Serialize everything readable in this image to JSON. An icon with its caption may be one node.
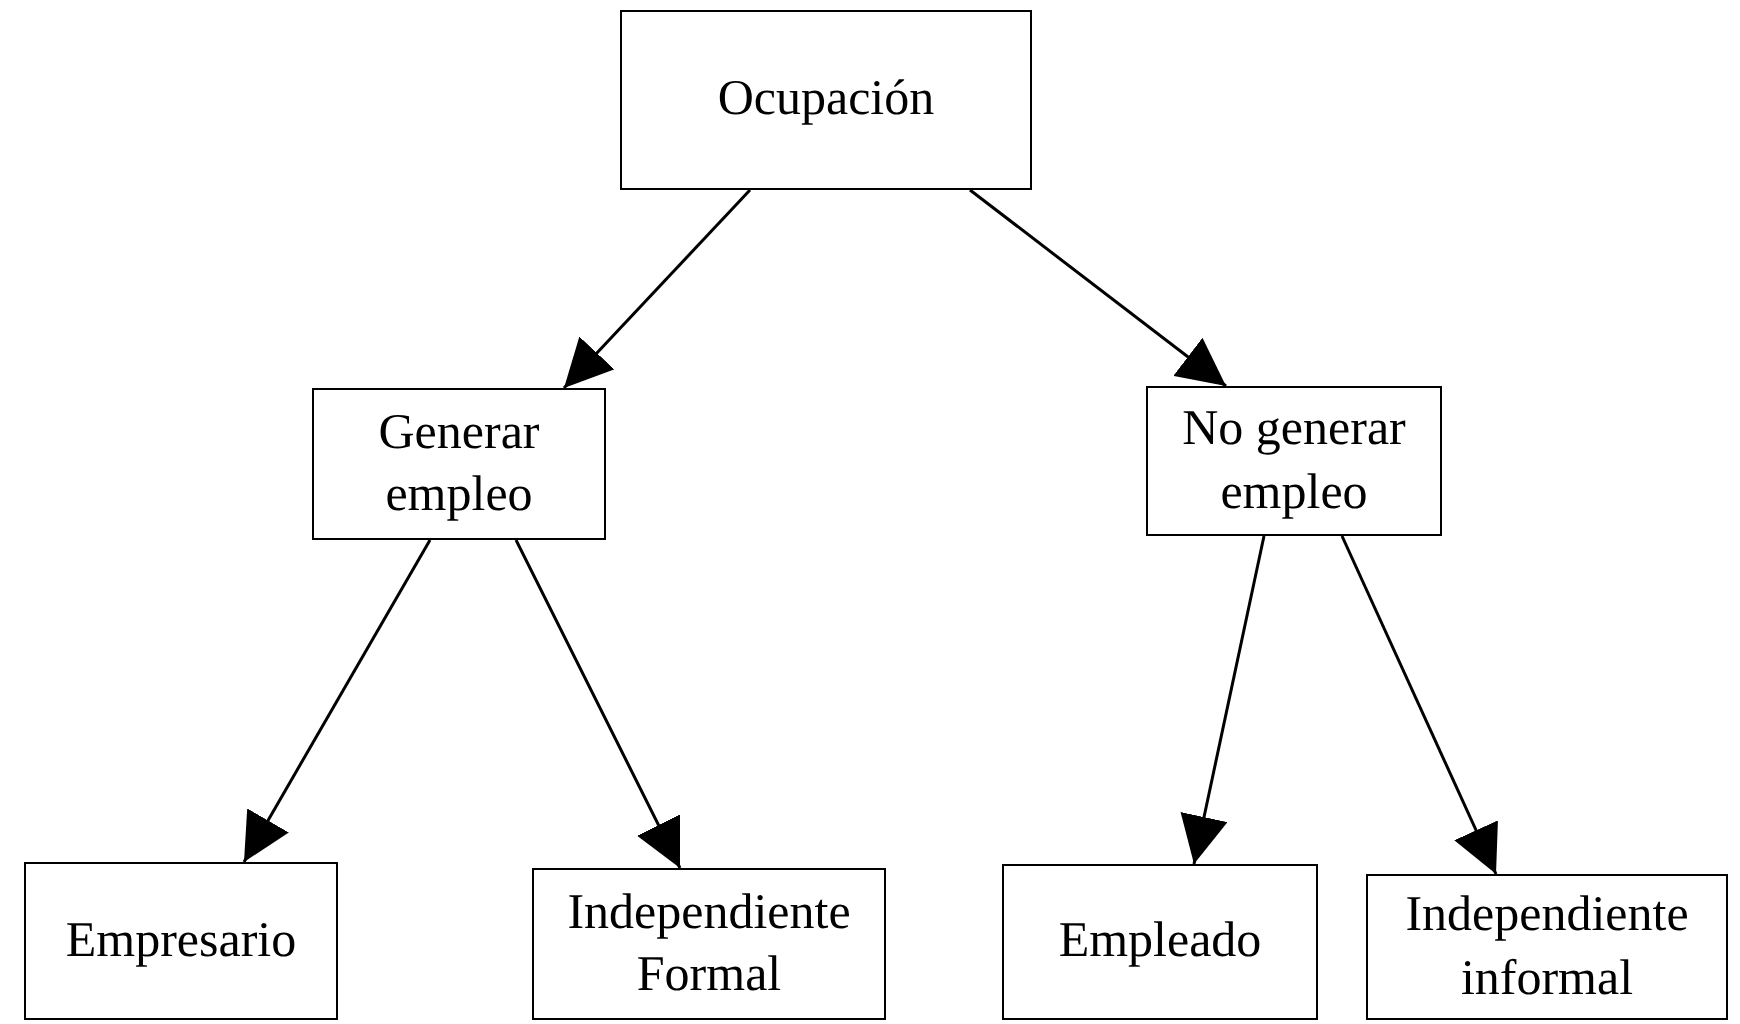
{
  "diagram": {
    "nodes": [
      {
        "text": [
          "Ocupación"
        ]
      },
      {
        "text": [
          "Generar empleo"
        ]
      },
      {
        "text": [
          "No generar empleo"
        ]
      },
      {
        "text": [
          "Empresario"
        ]
      },
      {
        "text": [
          "Independiente Formal"
        ]
      },
      {
        "text": [
          "Empleado"
        ]
      },
      {
        "text": [
          "Independiente informal"
        ]
      }
    ],
    "edges": [
      {
        "from": 0,
        "to": 1,
        "arrow": "to"
      },
      {
        "from": 0,
        "to": 2,
        "arrow": "to"
      },
      {
        "from": 1,
        "to": 3,
        "arrow": "to"
      },
      {
        "from": 1,
        "to": 4,
        "arrow": "to"
      },
      {
        "from": 2,
        "to": 5,
        "arrow": "to"
      },
      {
        "from": 2,
        "to": 6,
        "arrow": "to"
      }
    ]
  }
}
